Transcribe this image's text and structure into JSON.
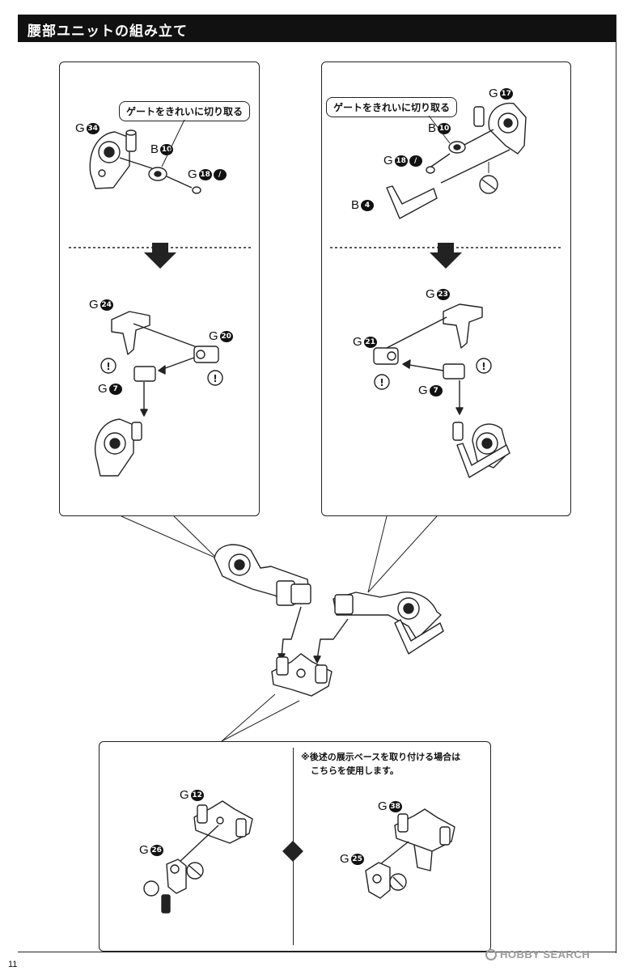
{
  "header": {
    "title": "腰部ユニットの組み立て"
  },
  "left_panel": {
    "callout": "ゲートをきれいに切り取る",
    "top_parts": [
      {
        "letter": "G",
        "num": "34"
      },
      {
        "letter": "B",
        "num": "10"
      },
      {
        "letter": "G",
        "num": "18"
      }
    ],
    "bottom_parts": [
      {
        "letter": "G",
        "num": "24"
      },
      {
        "letter": "G",
        "num": "20"
      },
      {
        "letter": "G",
        "num": "7"
      }
    ]
  },
  "right_panel": {
    "callout": "ゲートをきれいに切り取る",
    "top_parts": [
      {
        "letter": "G",
        "num": "17"
      },
      {
        "letter": "B",
        "num": "10"
      },
      {
        "letter": "G",
        "num": "18"
      },
      {
        "letter": "B",
        "num": "4"
      }
    ],
    "bottom_parts": [
      {
        "letter": "G",
        "num": "23"
      },
      {
        "letter": "G",
        "num": "21"
      },
      {
        "letter": "G",
        "num": "7"
      }
    ]
  },
  "bottom_panel": {
    "left_parts": [
      {
        "letter": "G",
        "num": "12"
      },
      {
        "letter": "G",
        "num": "26"
      }
    ],
    "note_line1": "※後述の展示ベースを取り付ける場合は",
    "note_line2": "こちらを使用します。",
    "right_parts": [
      {
        "letter": "G",
        "num": "38"
      },
      {
        "letter": "G",
        "num": "25"
      }
    ]
  },
  "footer": {
    "page_number": "11",
    "watermark": "HOBBY SEARCH"
  }
}
